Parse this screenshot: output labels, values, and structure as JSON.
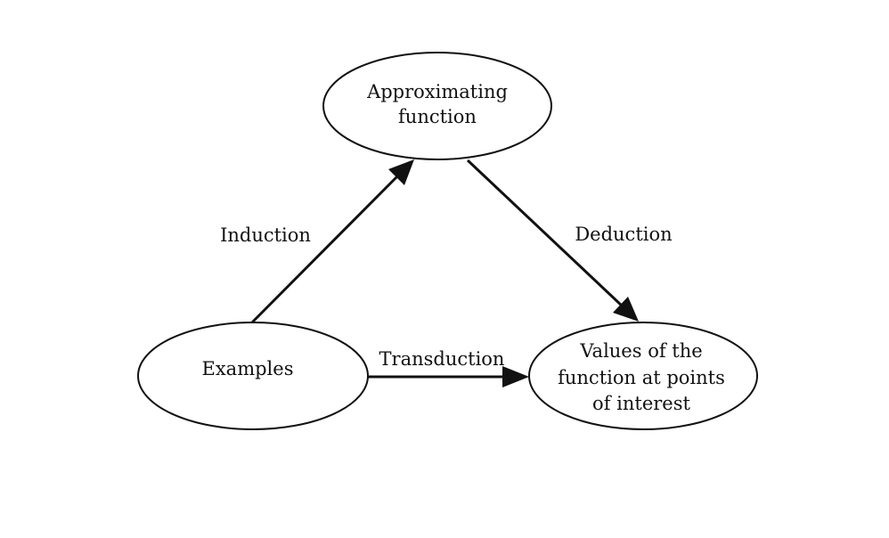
{
  "nodes": {
    "approximating_function": {
      "lines": [
        "Approximating",
        "function"
      ]
    },
    "examples": {
      "lines": [
        "Examples"
      ]
    },
    "values": {
      "lines": [
        "Values of the",
        "function at points",
        "of interest"
      ]
    }
  },
  "edges": {
    "induction": {
      "label": "Induction"
    },
    "deduction": {
      "label": "Deduction"
    },
    "transduction": {
      "label": "Transduction"
    }
  }
}
